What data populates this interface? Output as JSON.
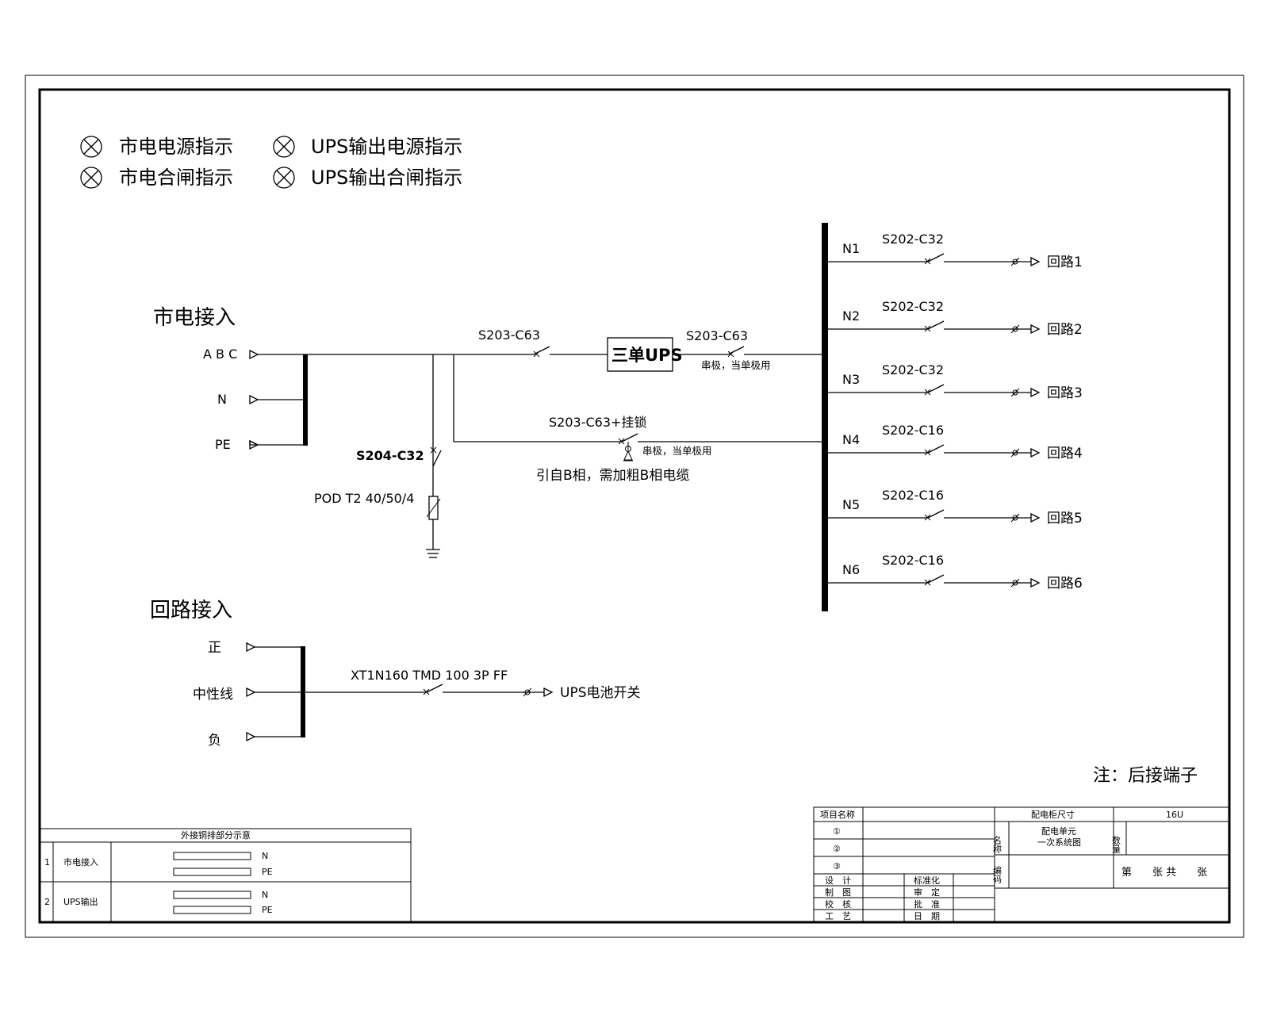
{
  "legend": {
    "items": [
      "市电电源指示",
      "UPS输出电源指示",
      "市电合闸指示",
      "UPS输出合闸指示"
    ]
  },
  "mains": {
    "title": "市电接入",
    "phases": [
      "A B C",
      "N",
      "PE"
    ],
    "breaker_main": "S203-C63",
    "ups_label": "三单UPS",
    "breaker_ups_out": "S203-C63",
    "note_ups_out": "串极，当单极用",
    "breaker_bypass": "S203-C63+挂锁",
    "note_bypass": "串极，当单极用",
    "note_bphase": "引自B相，需加粗B相电缆",
    "spd_breaker": "S204-C32",
    "spd_label": "POD T2 40/50/4"
  },
  "outputs": [
    {
      "bus": "N1",
      "breaker": "S202-C32",
      "circuit": "回路1"
    },
    {
      "bus": "N2",
      "breaker": "S202-C32",
      "circuit": "回路2"
    },
    {
      "bus": "N3",
      "breaker": "S202-C32",
      "circuit": "回路3"
    },
    {
      "bus": "N4",
      "breaker": "S202-C16",
      "circuit": "回路4"
    },
    {
      "bus": "N5",
      "breaker": "S202-C16",
      "circuit": "回路5"
    },
    {
      "bus": "N6",
      "breaker": "S202-C16",
      "circuit": "回路6"
    }
  ],
  "battery": {
    "title": "回路接入",
    "terminals": [
      "正",
      "中性线",
      "负"
    ],
    "breaker": "XT1N160 TMD 100 3P FF",
    "target": "UPS电池开关"
  },
  "note": "注：后接端子",
  "copper_table": {
    "title": "外接铜排部分示意",
    "rows": [
      {
        "no": "1",
        "name": "市电接入",
        "bars": [
          "N",
          "PE"
        ]
      },
      {
        "no": "2",
        "name": "UPS输出",
        "bars": [
          "N",
          "PE"
        ]
      }
    ]
  },
  "title_block": {
    "project_label": "项目名称",
    "size_label": "配电柜尺寸",
    "size_value": "16U",
    "marks": [
      "①",
      "②",
      "③"
    ],
    "name_label": "名称",
    "drawing_name_1": "配电单元",
    "drawing_name_2": "一次系统图",
    "qty_label": "数量",
    "code_label": "编码",
    "sheet": "第　　张 共　　张",
    "sign_left": [
      "设　计",
      "制　图",
      "校　核",
      "工　艺"
    ],
    "sign_right": [
      "标准化",
      "审　定",
      "批　准",
      "日　期"
    ]
  }
}
